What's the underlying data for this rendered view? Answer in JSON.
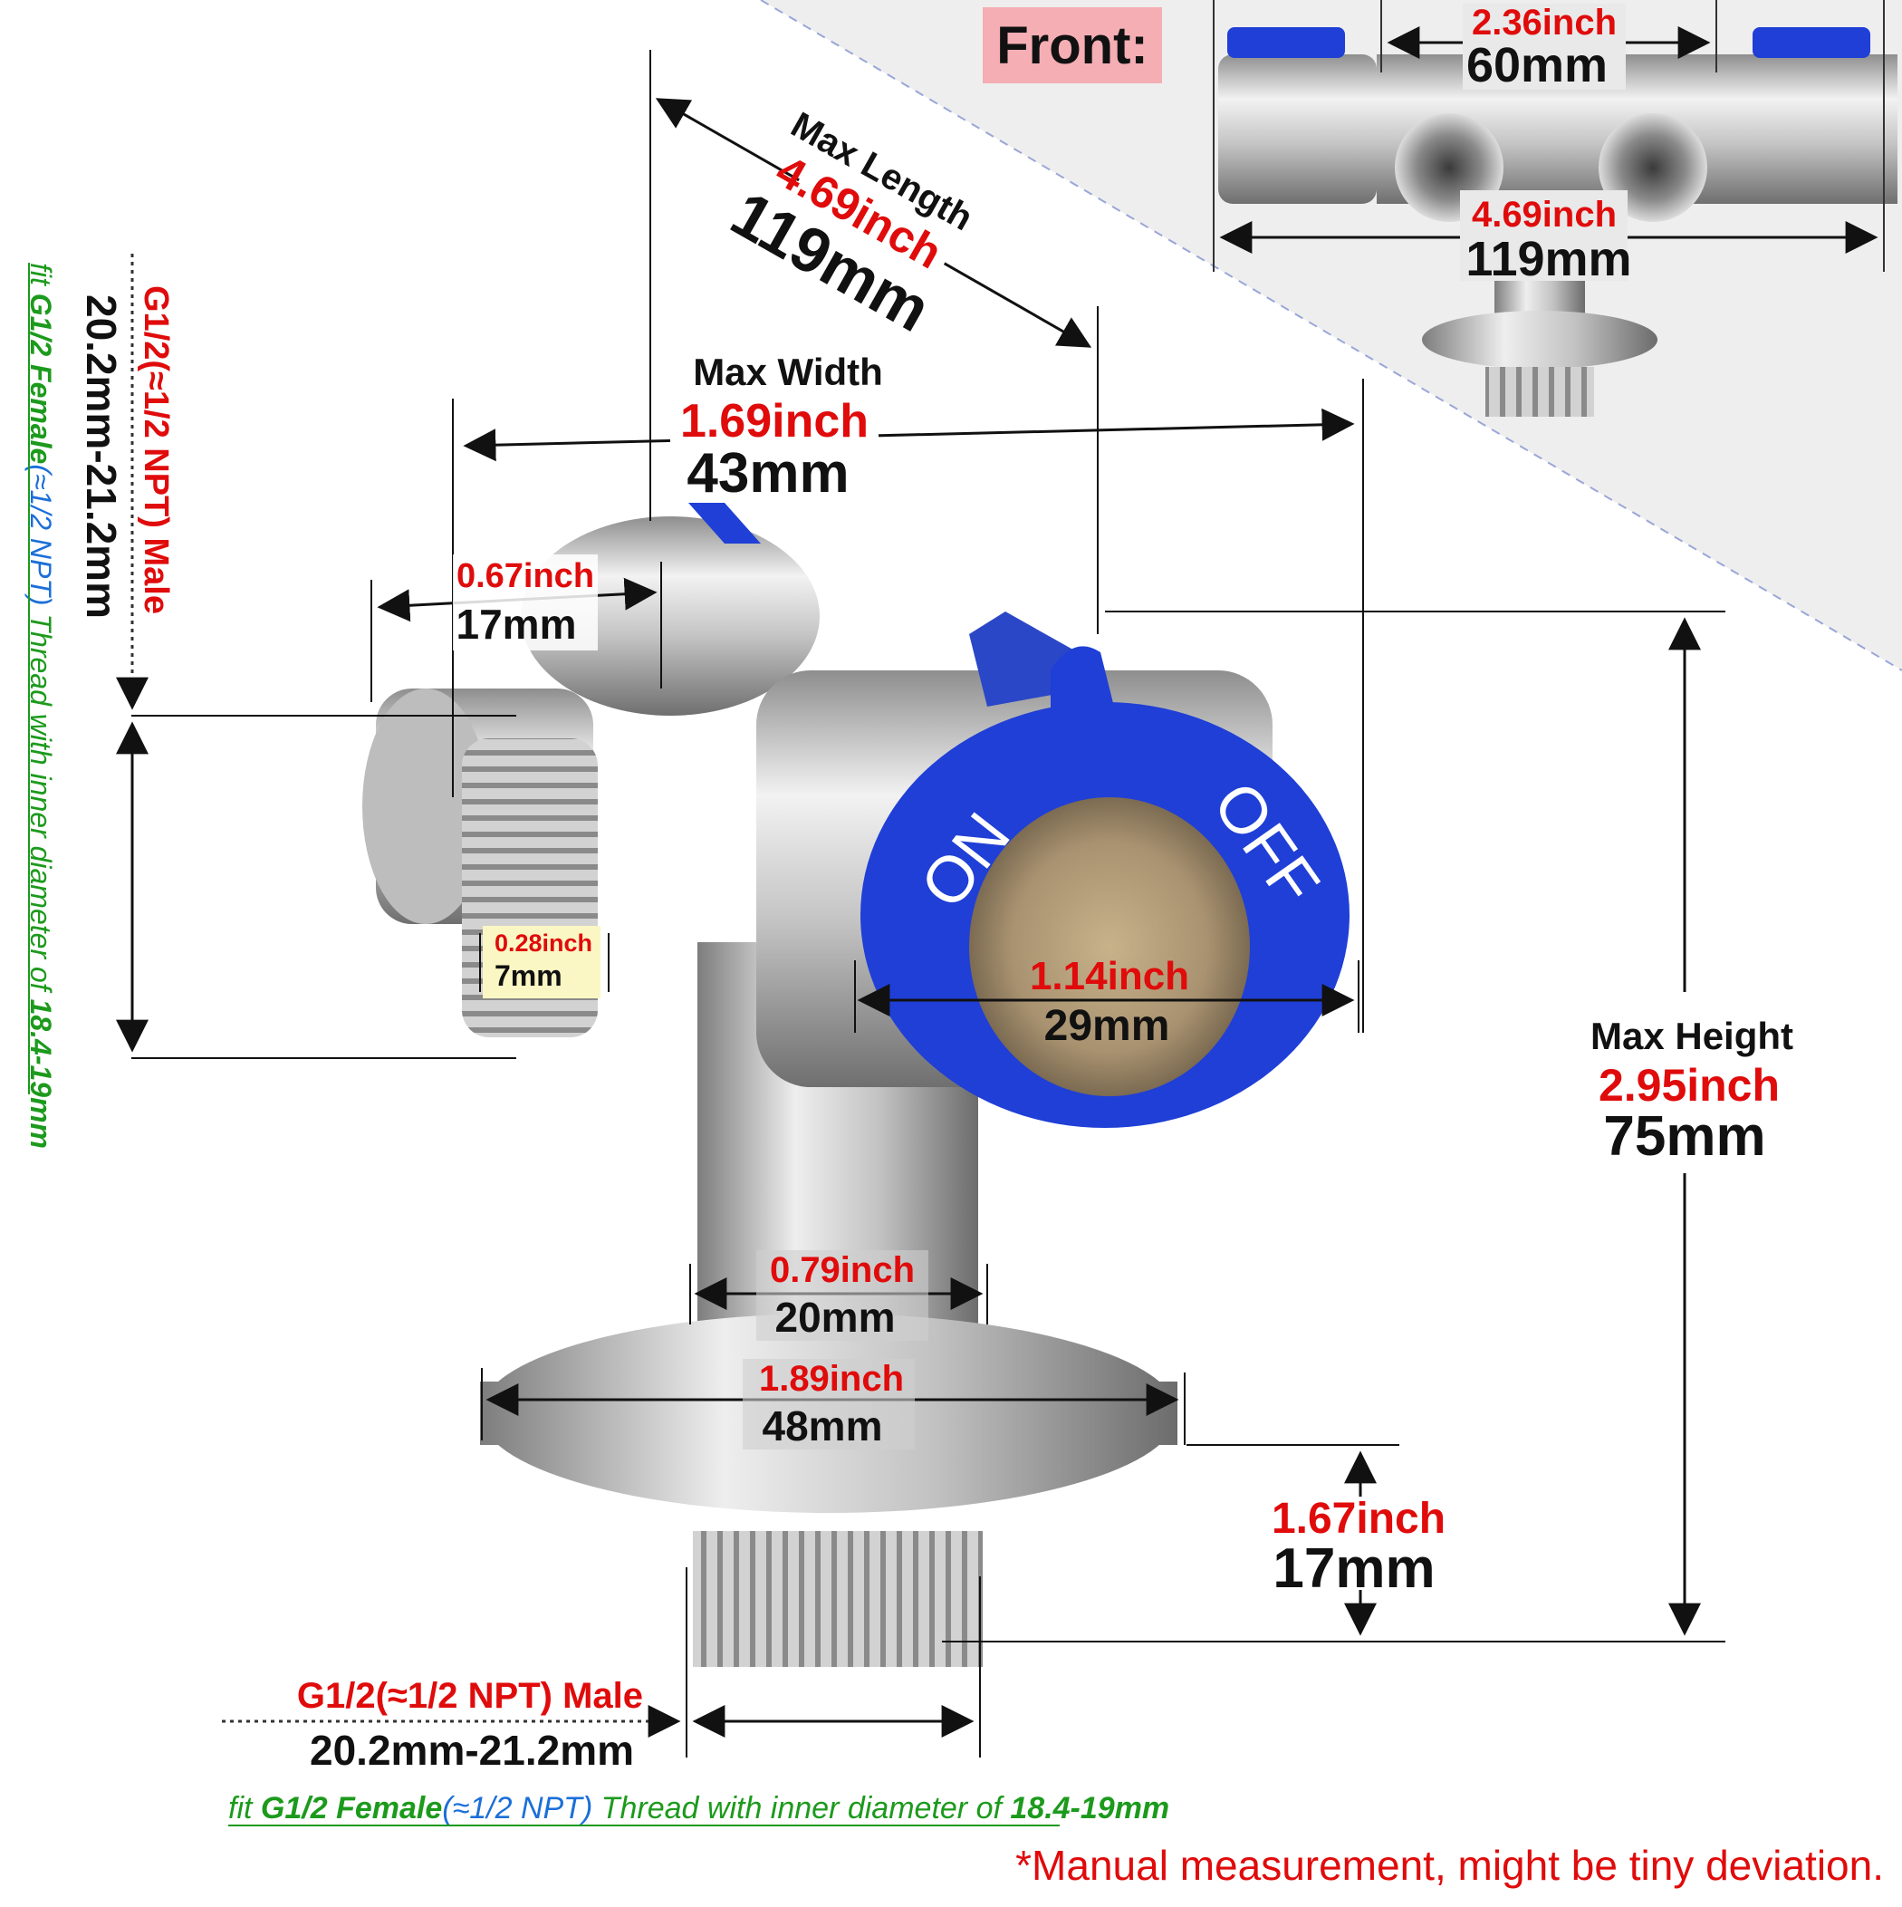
{
  "front_label": "Front:",
  "note": "*Manual measurement, might be tiny deviation.",
  "valve": {
    "on": "ON",
    "off": "OFF"
  },
  "front": {
    "spacing": {
      "inch": "2.36inch",
      "mm": "60mm"
    },
    "length": {
      "inch": "4.69inch",
      "mm": "119mm"
    }
  },
  "dims": {
    "max_length": {
      "label": "Max Length",
      "inch": "4.69inch",
      "mm": "119mm"
    },
    "max_width": {
      "label": "Max Width",
      "inch": "1.69inch",
      "mm": "43mm"
    },
    "max_height": {
      "label": "Max Height",
      "inch": "2.95inch",
      "mm": "75mm"
    },
    "outlet_length": {
      "inch": "0.67inch",
      "mm": "17mm"
    },
    "thread_length": {
      "inch": "0.28inch",
      "mm": "7mm"
    },
    "handle_inner": {
      "inch": "1.14inch",
      "mm": "29mm"
    },
    "stem": {
      "inch": "0.79inch",
      "mm": "20mm"
    },
    "flange": {
      "inch": "1.89inch",
      "mm": "48mm"
    },
    "bottom_thread": {
      "inch": "1.67inch",
      "mm": "17mm"
    }
  },
  "thread_side": {
    "spec": "G1/2(≈1/2 NPT) Male",
    "range": "20.2mm-21.2mm",
    "fit_prefix": "fit ",
    "fit_female": "G1/2 Female",
    "fit_npt": "(≈1/2 NPT)",
    "fit_text": " Thread with inner diameter of ",
    "fit_value": "18.4-19mm"
  },
  "thread_bottom": {
    "spec": "G1/2(≈1/2 NPT) Male",
    "range": "20.2mm-21.2mm",
    "fit_prefix": "fit ",
    "fit_female": "G1/2 Female",
    "fit_npt": "(≈1/2 NPT)",
    "fit_text": " Thread with inner diameter of ",
    "fit_value": "18.4-19mm"
  },
  "colors": {
    "valve_blue": "#1f3fd6",
    "steel": "#c9c9c9",
    "label_red": "#e00b0b",
    "fit_green": "#1c9a1c"
  }
}
